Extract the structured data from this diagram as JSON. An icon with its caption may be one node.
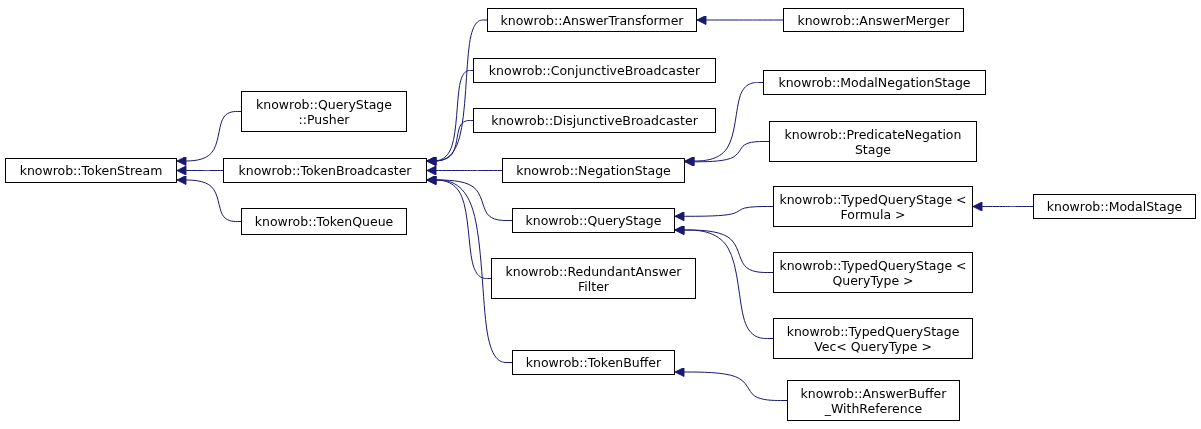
{
  "diagram": {
    "nodes": [
      {
        "text": [
          "knowrob::TokenStream"
        ]
      },
      {
        "text": [
          "knowrob::QueryStage ::Pusher"
        ]
      },
      {
        "text": [
          "knowrob::TokenBroadcaster"
        ]
      },
      {
        "text": [
          "knowrob::TokenQueue"
        ]
      },
      {
        "text": [
          "knowrob::AnswerTransformer"
        ]
      },
      {
        "text": [
          "knowrob::ConjunctiveBroadcaster"
        ]
      },
      {
        "text": [
          "knowrob::DisjunctiveBroadcaster"
        ]
      },
      {
        "text": [
          "knowrob::NegationStage"
        ]
      },
      {
        "text": [
          "knowrob::QueryStage"
        ]
      },
      {
        "text": [
          "knowrob::RedundantAnswer Filter"
        ]
      },
      {
        "text": [
          "knowrob::TokenBuffer"
        ]
      },
      {
        "text": [
          "knowrob::AnswerMerger"
        ]
      },
      {
        "text": [
          "knowrob::ModalNegationStage"
        ]
      },
      {
        "text": [
          "knowrob::PredicateNegation Stage"
        ]
      },
      {
        "text": [
          "knowrob::TypedQueryStage < Formula >"
        ]
      },
      {
        "text": [
          "knowrob::TypedQueryStage < QueryType >"
        ]
      },
      {
        "text": [
          "knowrob::TypedQueryStage Vec< QueryType >"
        ]
      },
      {
        "text": [
          "knowrob::AnswerBuffer _WithReference"
        ]
      },
      {
        "text": [
          "knowrob::ModalStage"
        ]
      }
    ],
    "edges": [
      {
        "from": 1,
        "to": 0,
        "arrow": "to"
      },
      {
        "from": 2,
        "to": 0,
        "arrow": "to"
      },
      {
        "from": 3,
        "to": 0,
        "arrow": "to"
      },
      {
        "from": 4,
        "to": 2,
        "arrow": "to"
      },
      {
        "from": 5,
        "to": 2,
        "arrow": "to"
      },
      {
        "from": 6,
        "to": 2,
        "arrow": "to"
      },
      {
        "from": 7,
        "to": 2,
        "arrow": "to"
      },
      {
        "from": 8,
        "to": 2,
        "arrow": "to"
      },
      {
        "from": 9,
        "to": 2,
        "arrow": "to"
      },
      {
        "from": 10,
        "to": 2,
        "arrow": "to"
      },
      {
        "from": 11,
        "to": 4,
        "arrow": "to"
      },
      {
        "from": 12,
        "to": 7,
        "arrow": "to"
      },
      {
        "from": 13,
        "to": 7,
        "arrow": "to"
      },
      {
        "from": 14,
        "to": 8,
        "arrow": "to"
      },
      {
        "from": 15,
        "to": 8,
        "arrow": "to"
      },
      {
        "from": 16,
        "to": 8,
        "arrow": "to"
      },
      {
        "from": 17,
        "to": 10,
        "arrow": "to"
      },
      {
        "from": 18,
        "to": 14,
        "arrow": "to"
      }
    ]
  }
}
